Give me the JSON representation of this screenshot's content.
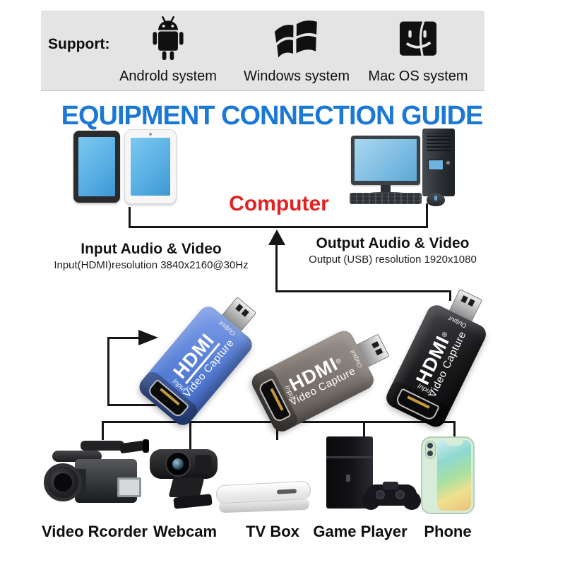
{
  "header": {
    "support_label": "Support:",
    "platforms": [
      {
        "name": "Androld system",
        "icon": "android-icon"
      },
      {
        "name": "Windows system",
        "icon": "windows-icon"
      },
      {
        "name": "Mac OS system",
        "icon": "mac-finder-icon"
      }
    ]
  },
  "title": "EQUIPMENT CONNECTION GUIDE",
  "diagram": {
    "computer_label": "Computer",
    "input": {
      "heading": "Input Audio & Video",
      "detail": "Input(HDMI)resolution 3840x2160@30Hz"
    },
    "output": {
      "heading": "Output Audio & Video",
      "detail": "Output (USB) resolution 1920x1080"
    }
  },
  "capture_devices": [
    {
      "variant": "blue",
      "body_color": "#5b82d8",
      "brand": "HDMI",
      "reg": "",
      "product": "Video Capture",
      "output_label": "Output",
      "input_label": "Input"
    },
    {
      "variant": "gray",
      "body_color": "#7d756f",
      "brand": "HDMI",
      "reg": "®",
      "product": "Video Capture",
      "output_label": "Output",
      "input_label": "Input"
    },
    {
      "variant": "black",
      "body_color": "#1c1c1e",
      "brand": "HDMI",
      "reg": "®",
      "product": "Video Capture",
      "output_label": "Output",
      "input_label": "Input"
    }
  ],
  "sources": [
    {
      "label": "Video Rcorder"
    },
    {
      "label": "Webcam"
    },
    {
      "label": "TV Box"
    },
    {
      "label": "Game Player"
    },
    {
      "label": "Phone"
    }
  ],
  "colors": {
    "support_bg": "#e4e4e4",
    "title_blue": "#1b79d5",
    "computer_red": "#e42020",
    "screen_blue": "#59b0e4",
    "line_black": "#161616"
  }
}
